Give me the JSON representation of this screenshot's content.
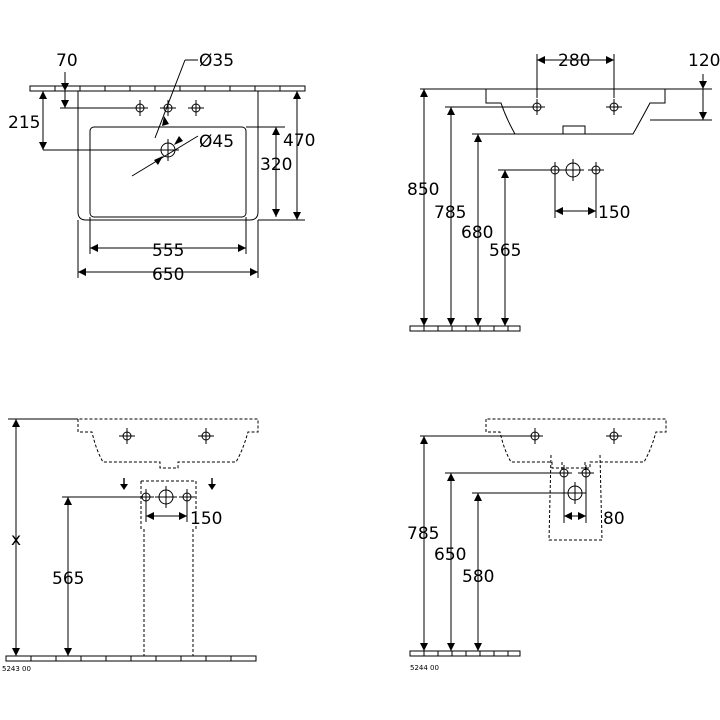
{
  "views": {
    "top": {
      "dim_70": "70",
      "dim_dia35": "Ø35",
      "dim_215": "215",
      "dim_dia45": "Ø45",
      "dim_470": "470",
      "dim_320": "320",
      "dim_555": "555",
      "dim_650": "650"
    },
    "side": {
      "dim_280": "280",
      "dim_120": "120",
      "dim_850": "850",
      "dim_785": "785",
      "dim_680": "680",
      "dim_565": "565",
      "dim_150": "150"
    },
    "pedestal": {
      "dim_x": "x",
      "dim_565": "565",
      "dim_150": "150",
      "code": "5243 00"
    },
    "semi_pedestal": {
      "dim_785": "785",
      "dim_650": "650",
      "dim_580": "580",
      "dim_80": "80",
      "code": "5244 00"
    }
  }
}
